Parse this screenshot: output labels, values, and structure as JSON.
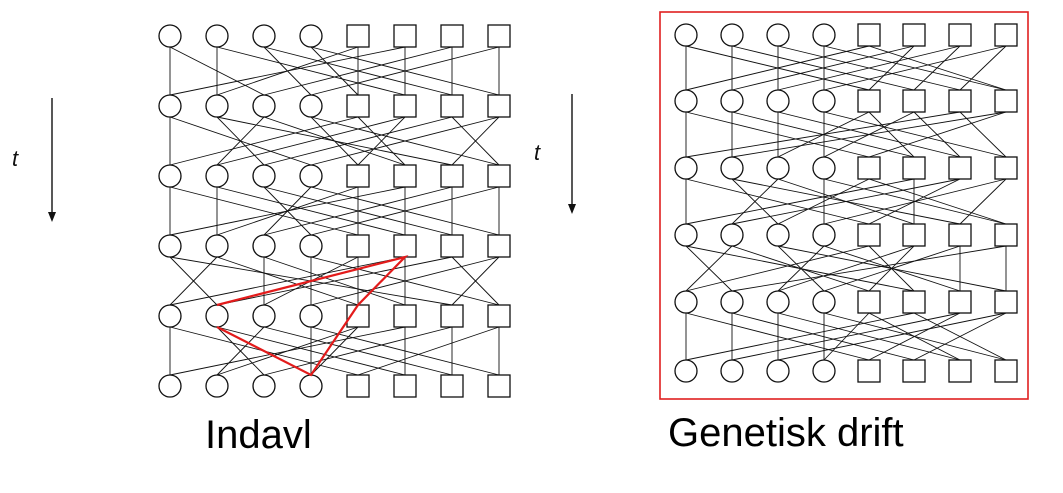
{
  "captions": {
    "left": "Indavl",
    "right": "Genetisk drift"
  },
  "time_label": "t",
  "generations": 6,
  "individuals_per_generation": {
    "circles": 4,
    "squares": 4
  },
  "colors": {
    "nodes": "#111111",
    "highlight_path": "#e31b1b",
    "frame": "#e02020"
  }
}
